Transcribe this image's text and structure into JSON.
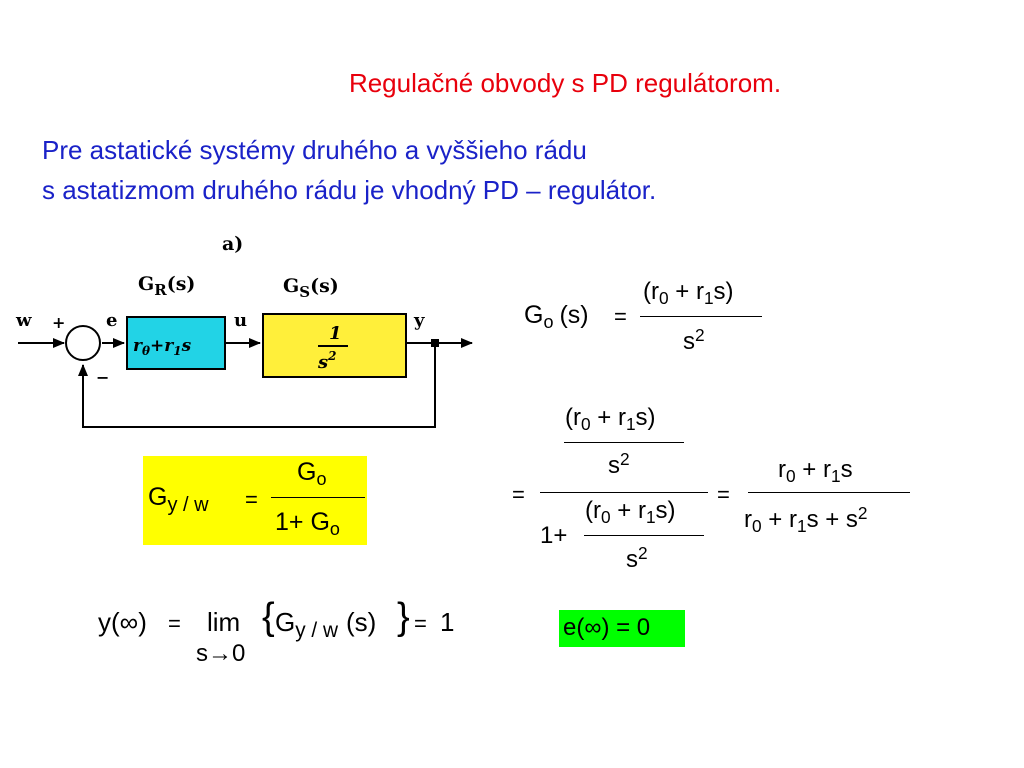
{
  "title": "Regulačné obvody s PD regulátorom.",
  "intro_lines": [
    "Pre astatické systémy druhého a vyššieho rádu",
    "s astatizmom druhého rádu je vhodný PD – regulátor."
  ],
  "diagram": {
    "label": "a)",
    "signals": {
      "w": "w",
      "e": "e",
      "u": "u",
      "y": "y",
      "plus": "+",
      "minus": "−"
    },
    "controller": {
      "title": "G",
      "title_sub": "R",
      "title_arg": "(s)",
      "r0": "r",
      "r0_sub": "θ",
      "plus": "+",
      "r1": "r",
      "r1_sub": "1",
      "s": "s"
    },
    "plant": {
      "title": "G",
      "title_sub": "S",
      "title_arg": "(s)",
      "num": "1",
      "den": "s",
      "den_exp": "2"
    },
    "colors": {
      "controller_fill": "#22d3e6",
      "plant_fill": "#ffef3a"
    }
  },
  "equations": {
    "go_def": {
      "lhs": "G",
      "lhs_sub": "o",
      "lhs_arg": "(s)",
      "eq": "=",
      "num": "(r",
      "num_sub0": "0",
      "num_mid": " + r",
      "num_sub1": "1",
      "num_end": "s)",
      "den": "s",
      "den_exp": "2"
    },
    "gyw": {
      "lhs": "G",
      "lhs_sub": "y / w",
      "eq": "=",
      "num": "G",
      "num_sub": "o",
      "den": "1+ G",
      "den_sub": "o"
    },
    "chain": {
      "eq1": "=",
      "eq2": "=",
      "n_num": "(r",
      "n_sub0": "0",
      "n_mid": " + r",
      "n_sub1": "1",
      "n_end": "s)",
      "n_den": "s",
      "n_den_exp": "2",
      "d_one": "1+",
      "d_num": "(r",
      "d_sub0": "0",
      "d_mid": " + r",
      "d_sub1": "1",
      "d_end": "s)",
      "d_den": "s",
      "d_den_exp": "2",
      "r_num": "r",
      "r_sub0": "0",
      "r_mid": " + r",
      "r_sub1": "1",
      "r_end": "s",
      "r_den": "r",
      "r_den_sub0": "0",
      "r_den_mid": " + r",
      "r_den_sub1": "1",
      "r_den_end": "s + s",
      "r_den_exp": "2"
    },
    "limit": {
      "lhs": "y(∞)",
      "eq": "=",
      "lim": "lim",
      "under": "s→0",
      "brace_open": "{",
      "g": "G",
      "g_sub": "y / w",
      "arg": "(s)",
      "brace_close": "}",
      "eq2": "=",
      "rhs": "1"
    },
    "error": {
      "text": "e(∞) = 0"
    },
    "highlight_colors": {
      "yellow": "#ffff00",
      "green": "#00ff00"
    }
  }
}
